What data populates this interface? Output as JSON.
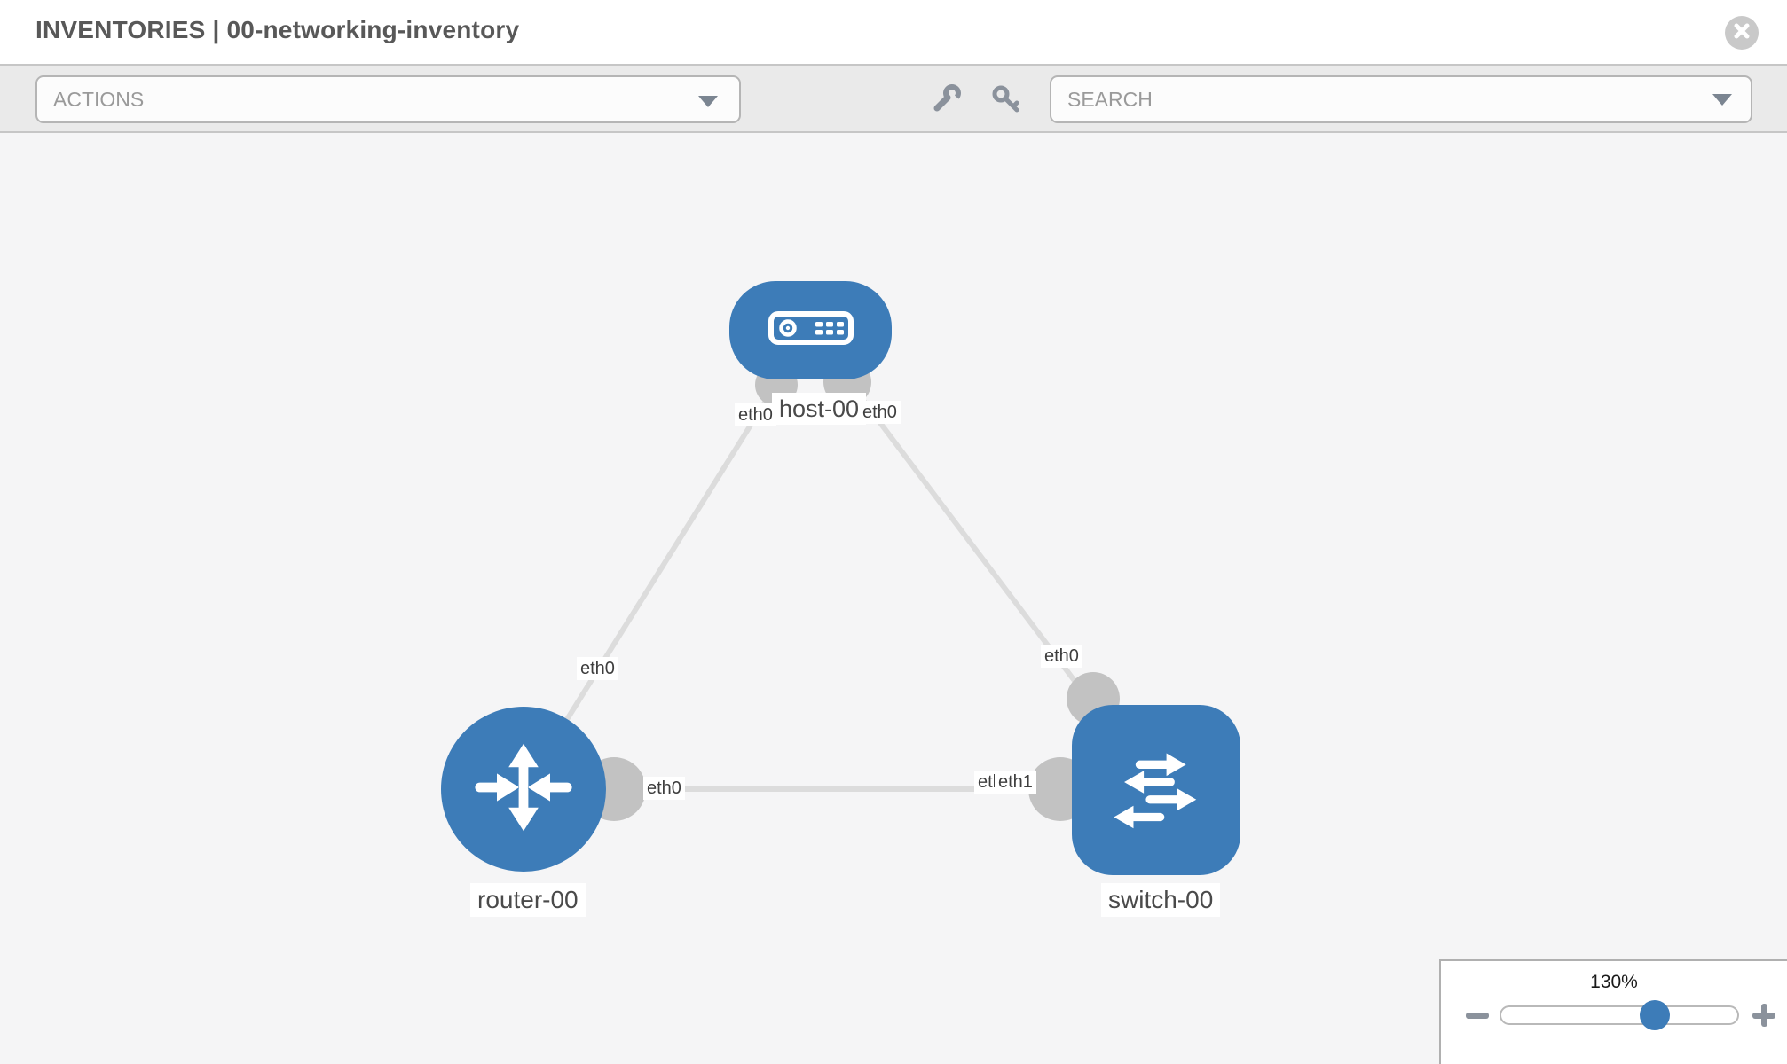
{
  "header": {
    "title": "INVENTORIES | 00-networking-inventory"
  },
  "toolbar": {
    "actions": {
      "placeholder": "ACTIONS"
    },
    "search": {
      "placeholder": "SEARCH"
    }
  },
  "canvas": {
    "nodes": [
      {
        "id": "host-00",
        "type": "host",
        "label": "host-00"
      },
      {
        "id": "router-00",
        "type": "router",
        "label": "router-00"
      },
      {
        "id": "switch-00",
        "type": "switch",
        "label": "switch-00"
      }
    ],
    "links": [
      {
        "from": "host-00",
        "to": "router-00"
      },
      {
        "from": "host-00",
        "to": "switch-00"
      },
      {
        "from": "router-00",
        "to": "switch-00"
      }
    ],
    "interfaces": {
      "host_left": "eth0",
      "host_right": "eth0",
      "link_host_router_mid": "eth0",
      "link_host_switch_mid": "eth0",
      "router_right": "eth0",
      "switch_left_back": "eth0",
      "switch_left_front": "eth1"
    }
  },
  "zoom": {
    "level": "130%"
  },
  "colors": {
    "node": "#3d7cb8",
    "link": "#dcdcdc",
    "interface_dot": "#c2c2c2",
    "icon_gray": "#8b929c"
  }
}
